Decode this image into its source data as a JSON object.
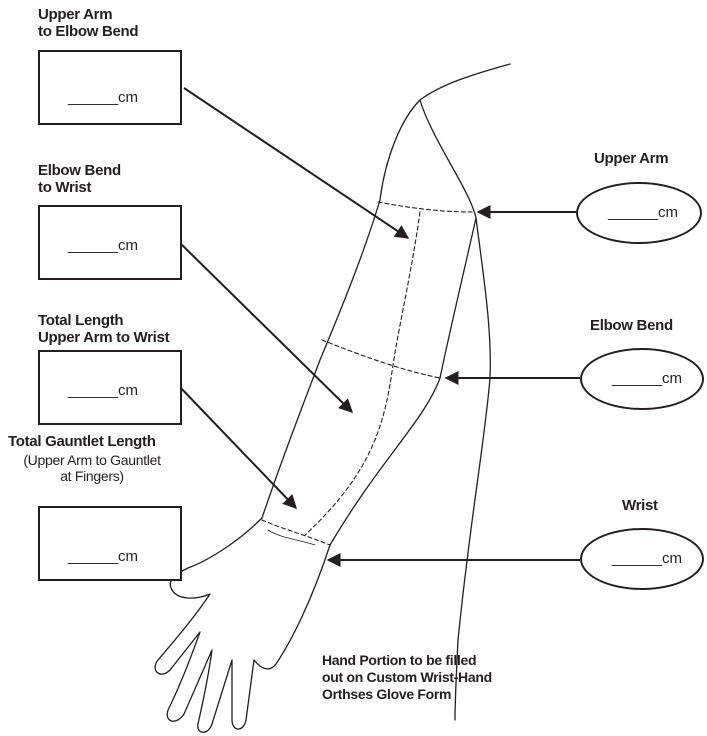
{
  "left_fields": [
    {
      "title_line1": "Upper Arm",
      "title_line2": "to Elbow Bend",
      "value": "______cm"
    },
    {
      "title_line1": "Elbow Bend",
      "title_line2": "to Wrist",
      "value": "______cm"
    },
    {
      "title_line1": "Total Length",
      "title_line2": "Upper Arm to Wrist",
      "value": "______cm"
    },
    {
      "title_line1": "Total Gauntlet Length",
      "note_line1": "(Upper Arm to Gauntlet",
      "note_line2": "at Fingers)",
      "value": "______cm"
    }
  ],
  "right_fields": [
    {
      "title": "Upper Arm",
      "value": "______cm"
    },
    {
      "title": "Elbow Bend",
      "value": "______cm"
    },
    {
      "title": "Wrist",
      "value": "______cm"
    }
  ],
  "footnote": {
    "line1": "Hand Portion to be filled",
    "line2": "out on Custom Wrist-Hand",
    "line3": "Orthses Glove Form"
  },
  "colors": {
    "ink": "#231f20",
    "background": "#ffffff"
  }
}
